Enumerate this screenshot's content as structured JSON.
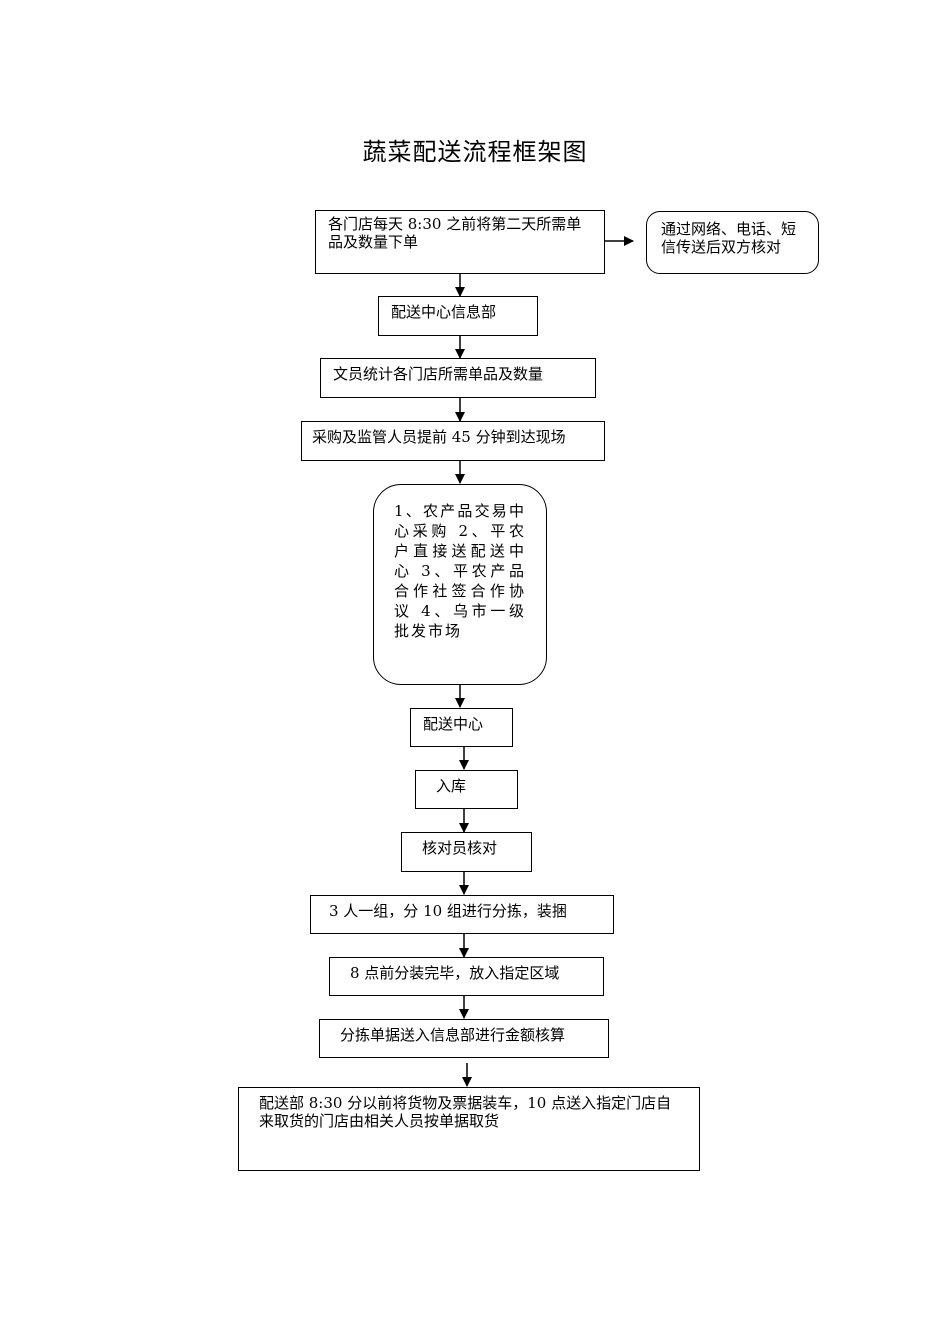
{
  "title": "蔬菜配送流程框架图",
  "steps": {
    "order": "各门店每天 8:30 之前将第二天所需单品及数量下单",
    "verify_side": "通过网络、电话、短信传送后双方核对",
    "info_dept": "配送中心信息部",
    "clerk": "文员统计各门店所需单品及数量",
    "buyers": "采购及监管人员提前 45 分钟到达现场",
    "sources": "1、农产品交易中心采购 2、平农户直接送配送中心 3、平农产品合作社签合作协议 4、乌市一级批发市场",
    "center": "配送中心",
    "storage": "入库",
    "checker": "核对员核对",
    "sorting": "3 人一组，分 10 组进行分拣，装捆",
    "packing": "8 点前分装完毕，放入指定区域",
    "billing": "分拣单据送入信息部进行金额核算",
    "delivery": "配送部 8:30 分以前将货物及票据装车，10 点送入指定门店自来取货的门店由相关人员按单据取货"
  }
}
